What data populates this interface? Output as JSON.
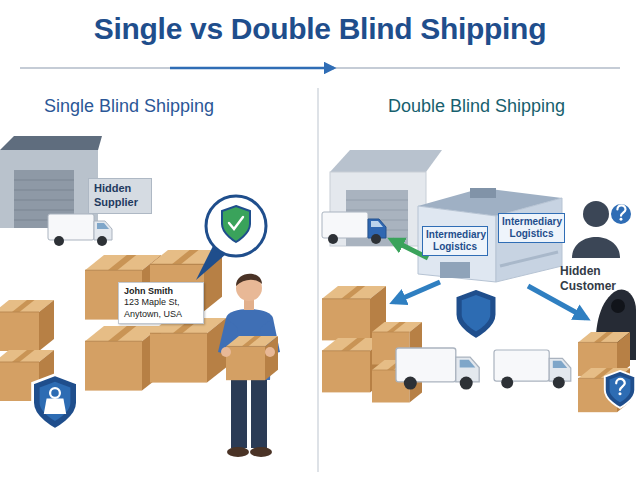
{
  "diagram": {
    "title": "Single vs Double Blind Shipping",
    "nodes": [
      {
        "text": [
          "Hidden Supplier"
        ]
      },
      {
        "text": [
          "John Smith",
          "123 Maple St, Anytown, USA"
        ]
      },
      {
        "text": [
          "Intermediary Logistics"
        ]
      },
      {
        "text": [
          "Intermediary Logistics"
        ]
      }
    ],
    "labels": [
      "Single Blind Shipping",
      "Double Blind Shipping",
      "Hidden Customer"
    ]
  }
}
